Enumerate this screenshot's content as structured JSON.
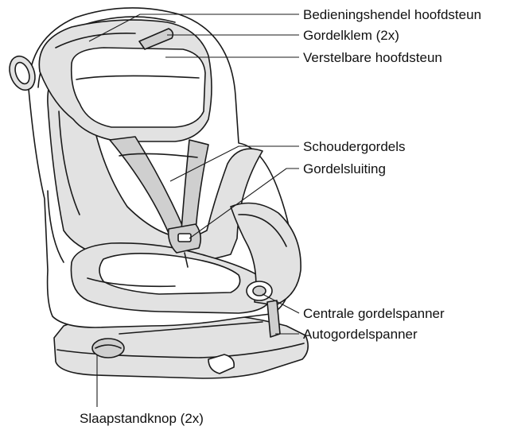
{
  "figure": {
    "title": "",
    "labels": {
      "headrest_lever": "Bedieningshendel hoofdsteun",
      "belt_clip": "Gordelklem (2x)",
      "adjustable_headrest": "Verstelbare hoofdsteun",
      "shoulder_belts": "Schoudergordels",
      "belt_buckle": "Gordelsluiting",
      "central_tensioner": "Centrale gordelspanner",
      "car_belt_tensioner": "Autogordelspanner",
      "recline_button": "Slaapstandknop (2x)"
    }
  },
  "colors": {
    "ink": "#1a1a1a",
    "fabric": "#e2e2e2",
    "background": "#ffffff"
  }
}
